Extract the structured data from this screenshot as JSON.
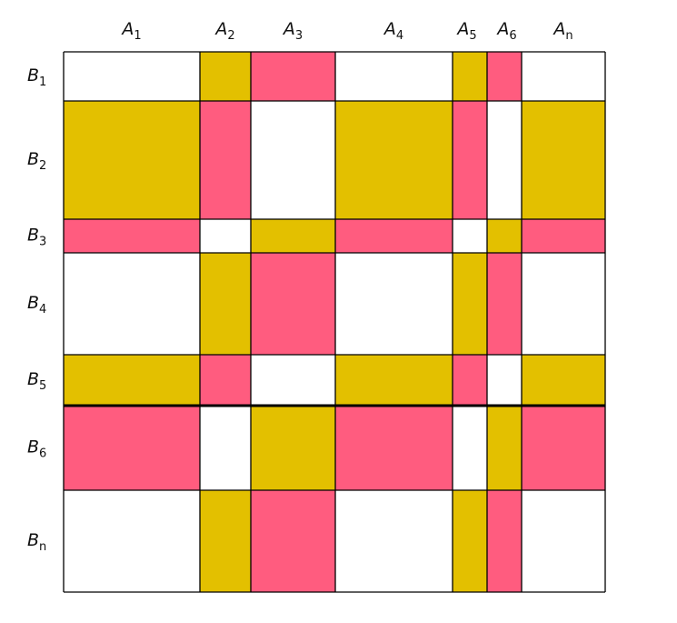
{
  "columns": [
    {
      "letter": "A",
      "sub": "1"
    },
    {
      "letter": "A",
      "sub": "2"
    },
    {
      "letter": "A",
      "sub": "3"
    },
    {
      "letter": "A",
      "sub": "4"
    },
    {
      "letter": "A",
      "sub": "5"
    },
    {
      "letter": "A",
      "sub": "6"
    },
    {
      "letter": "A",
      "sub": "n"
    }
  ],
  "rows": [
    {
      "letter": "B",
      "sub": "1"
    },
    {
      "letter": "B",
      "sub": "2"
    },
    {
      "letter": "B",
      "sub": "3"
    },
    {
      "letter": "B",
      "sub": "4"
    },
    {
      "letter": "B",
      "sub": "5"
    },
    {
      "letter": "B",
      "sub": "6"
    },
    {
      "letter": "B",
      "sub": "n"
    }
  ],
  "colors": {
    "Y": "#e3c000",
    "P": "#ff5c7f",
    "W": "#ffffff",
    "grid": "#000000"
  },
  "cells": [
    [
      "W",
      "Y",
      "P",
      "W",
      "Y",
      "P",
      "W"
    ],
    [
      "Y",
      "P",
      "W",
      "Y",
      "P",
      "W",
      "Y"
    ],
    [
      "P",
      "W",
      "Y",
      "P",
      "W",
      "Y",
      "P"
    ],
    [
      "W",
      "Y",
      "P",
      "W",
      "Y",
      "P",
      "W"
    ],
    [
      "Y",
      "P",
      "W",
      "Y",
      "P",
      "W",
      "Y"
    ],
    [
      "P",
      "W",
      "Y",
      "P",
      "W",
      "Y",
      "P"
    ],
    [
      "W",
      "Y",
      "P",
      "W",
      "Y",
      "P",
      "W"
    ]
  ],
  "emphasized_row_boundary": 5
}
